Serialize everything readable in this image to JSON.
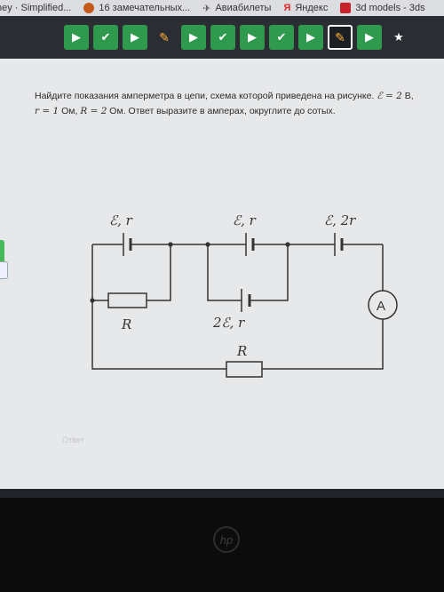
{
  "bookmarks": [
    {
      "label": "ney · Simplified...",
      "icon": "bookmark-icon",
      "color": "#ffffff"
    },
    {
      "label": "16 замечательных...",
      "icon": "orange-circle-icon",
      "color": "#c45a1a"
    },
    {
      "label": "Авиабилеты",
      "icon": "plane-icon",
      "color": "#555"
    },
    {
      "label": "Яндекс",
      "icon": "yandex-icon",
      "color": "#e2262a"
    },
    {
      "label": "3d models - 3ds",
      "icon": "red-square-icon",
      "color": "#c8222b"
    }
  ],
  "steps": [
    {
      "type": "play"
    },
    {
      "type": "check"
    },
    {
      "type": "play"
    },
    {
      "type": "pencil"
    },
    {
      "type": "play"
    },
    {
      "type": "check"
    },
    {
      "type": "play"
    },
    {
      "type": "check"
    },
    {
      "type": "play"
    },
    {
      "type": "pencil-active"
    },
    {
      "type": "play"
    },
    {
      "type": "star"
    }
  ],
  "problem": {
    "line1": "Найдите показания амперметра в цепи, схема которой приведена на рисунке. ",
    "emf_eq": "ℰ = 2",
    "unit_v": " В,",
    "r_eq": "r = 1",
    "unit_ohm1": " Ом, ",
    "R_eq": "R = 2",
    "line2_rest": " Ом. Ответ выразите в амперах, округлите до сотых."
  },
  "circuit": {
    "label_src1": "ℰ, r",
    "label_src2": "ℰ, r",
    "label_src3": "ℰ, 2r",
    "label_src4": "2ℰ, r",
    "label_R1": "R",
    "label_R2": "R",
    "ammeter": "A"
  },
  "answer_label": "Ответ",
  "logo": "hp"
}
